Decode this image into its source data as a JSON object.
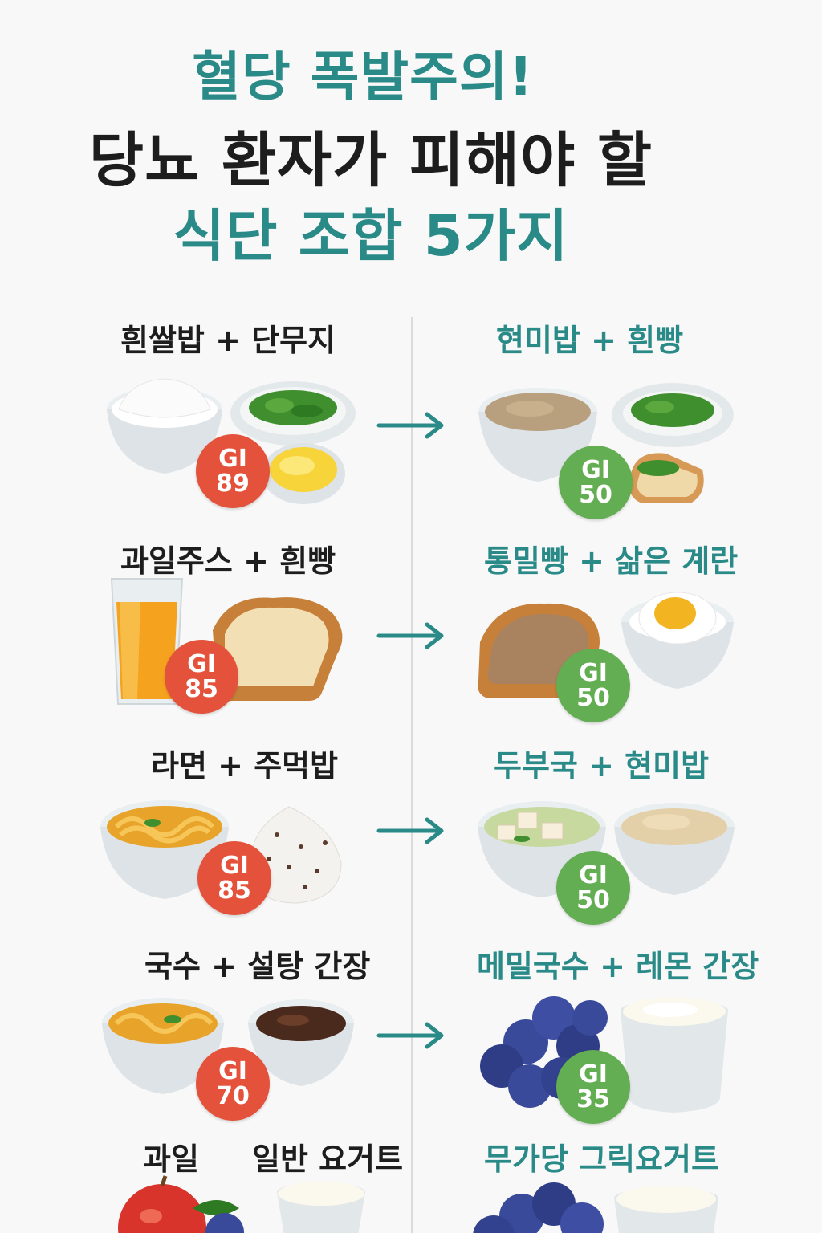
{
  "title": {
    "line1": "혈당 폭발주의!",
    "line2": "당뇨 환자가 피해야 할",
    "line3": "식단 조합 5가지"
  },
  "rows": [
    {
      "bad_label": "흰쌀밥 + 단무지",
      "bad_gi_label": "GI",
      "bad_gi": "89",
      "good_label": "현미밥 + 흰빵",
      "good_gi_label": "GI",
      "good_gi": "50"
    },
    {
      "bad_label": "과일주스 + 흰빵",
      "bad_gi_label": "GI",
      "bad_gi": "85",
      "good_label": "통밀빵 + 삶은 계란",
      "good_gi_label": "GI",
      "good_gi": "50"
    },
    {
      "bad_label": "라면 + 주먹밥",
      "bad_gi_label": "GI",
      "bad_gi": "85",
      "good_label": "두부국 + 현미밥",
      "good_gi_label": "GI",
      "good_gi": "50"
    },
    {
      "bad_label": "국수 + 설탕 간장",
      "bad_gi_label": "GI",
      "bad_gi": "70",
      "good_label": "메밀국수 + 레몬 간장",
      "good_gi_label": "GI",
      "good_gi": "35"
    },
    {
      "bad_label_a": "과일",
      "bad_label_b": "일반 요거트",
      "good_label": "무가당 그릭요거트"
    }
  ],
  "colors": {
    "teal": "#2a8a88",
    "red": "#e4523b",
    "green": "#63ad52"
  }
}
